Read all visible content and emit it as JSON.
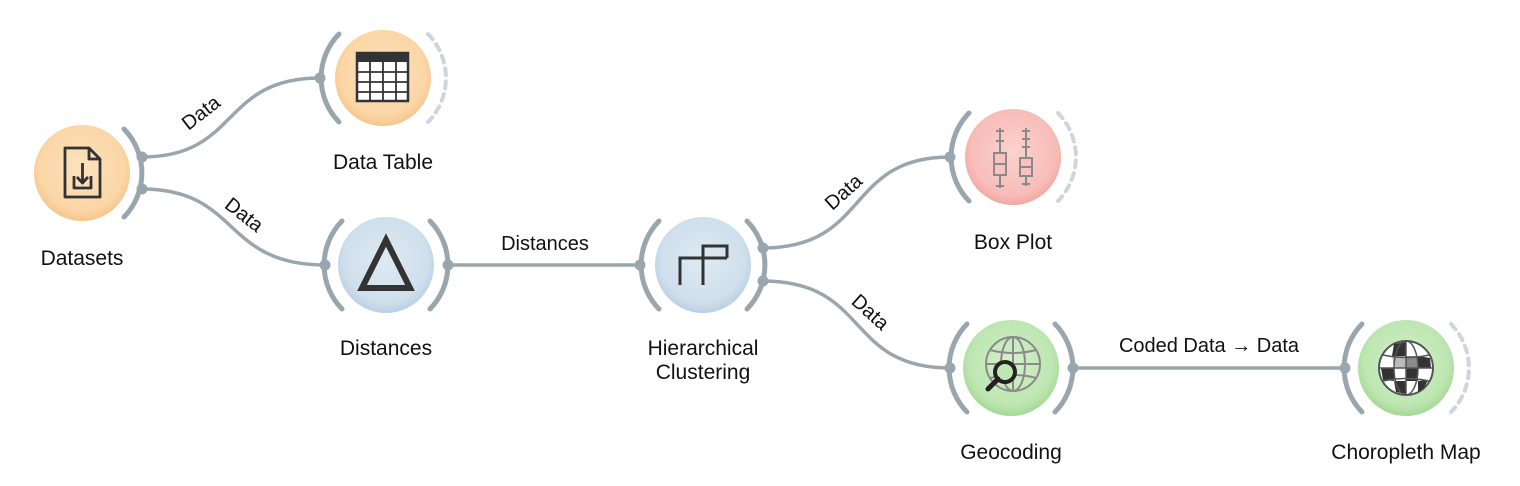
{
  "widgets": {
    "datasets": {
      "label": "Datasets",
      "icon": "file-download-icon",
      "color": "#fbd9ad"
    },
    "data_table": {
      "label": "Data Table",
      "icon": "table-icon",
      "color": "#fbd9ad"
    },
    "distances": {
      "label": "Distances",
      "icon": "delta-icon",
      "color": "#d3e2ee"
    },
    "hierarchical_clustering": {
      "label_line1": "Hierarchical",
      "label_line2": "Clustering",
      "icon": "dendrogram-icon",
      "color": "#d3e2ee"
    },
    "box_plot": {
      "label": "Box Plot",
      "icon": "box-plot-icon",
      "color": "#f8c2be"
    },
    "geocoding": {
      "label": "Geocoding",
      "icon": "globe-search-icon",
      "color": "#bfe6b5"
    },
    "choropleth_map": {
      "label": "Choropleth Map",
      "icon": "choropleth-globe-icon",
      "color": "#bfe6b5"
    }
  },
  "links": {
    "datasets_to_table": "Data",
    "datasets_to_distances": "Data",
    "distances_to_clustering": "Distances",
    "clustering_to_boxplot": "Data",
    "clustering_to_geocoding": "Data",
    "geocoding_to_choropleth": "Coded Data → Data"
  },
  "colors": {
    "link": "#9aa6ad",
    "orange_node": "#fbd9ad",
    "blue_node": "#d3e2ee",
    "red_node": "#f8c2be",
    "green_node": "#bfe6b5"
  }
}
